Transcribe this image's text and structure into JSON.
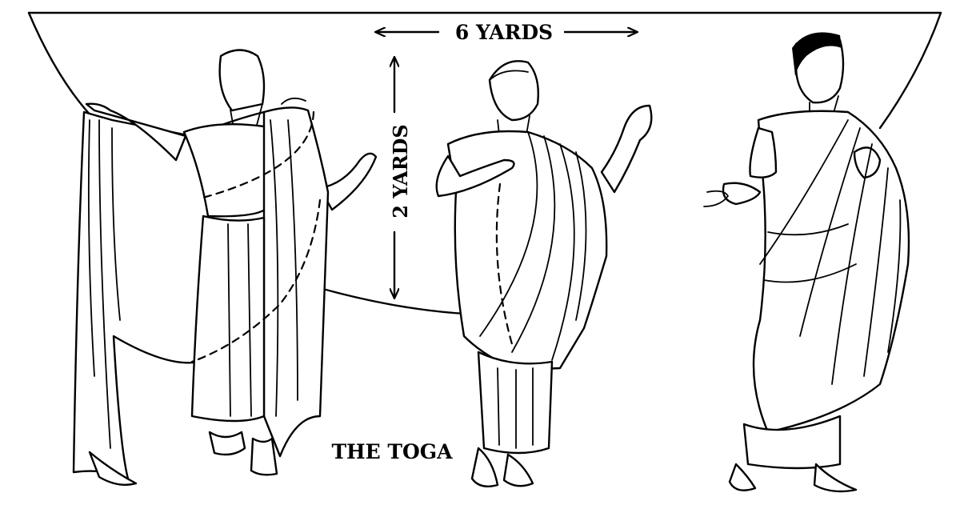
{
  "diagram": {
    "title": "THE TOGA",
    "width_dimension_label": "6  YARDS",
    "height_dimension_label": "2 YARDS",
    "colors": {
      "ink": "#000000",
      "paper": "#ffffff"
    },
    "figures": [
      "figure-draping",
      "figure-wrapped",
      "figure-finished"
    ]
  }
}
